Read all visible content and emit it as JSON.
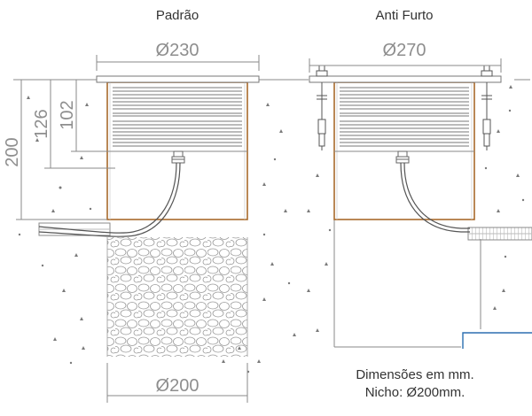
{
  "titles": {
    "left": "Padrão",
    "right": "Anti Furto"
  },
  "dimensions": {
    "left_top_diameter": "Ø230",
    "right_top_diameter": "Ø270",
    "bottom_diameter": "Ø200",
    "total_height": "200",
    "height_126": "126",
    "height_102": "102"
  },
  "notes": {
    "line1": "Dimensões em mm.",
    "line2": "Nicho: Ø200mm."
  },
  "colors": {
    "line": "#7a7a7a",
    "dim_text": "#8e8e8e",
    "housing": "#a86a2c",
    "accent_blue": "#2b6fb0"
  }
}
